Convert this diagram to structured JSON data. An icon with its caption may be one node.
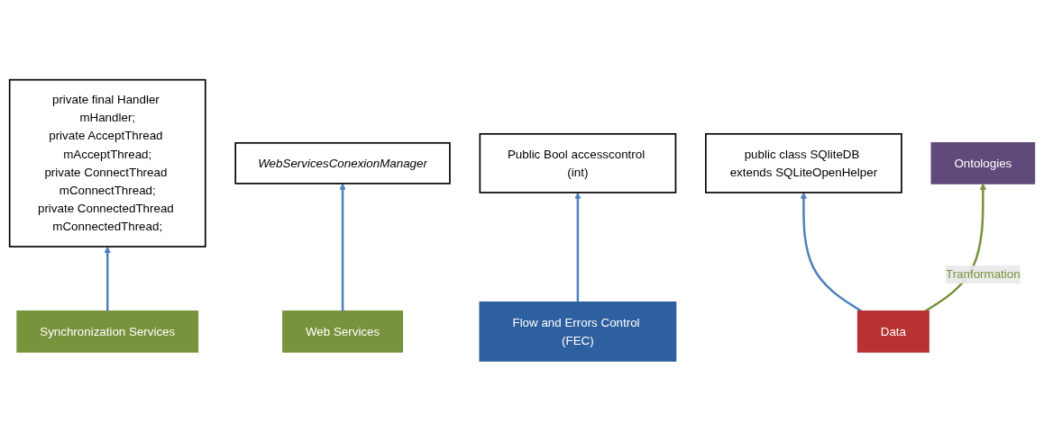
{
  "diagram": {
    "nodes": [
      {
        "text": [
          "private final Handler mHandler;",
          "private AcceptThread mAcceptThread;",
          "private ConnectThread mConnectThread;",
          "private ConnectedThread mConnectedThread;"
        ]
      },
      {
        "text": [
          "Synchronization Services"
        ]
      },
      {
        "text": [
          "Web Services"
        ]
      },
      {
        "text": [
          "Flow and Errors Control (FEC)"
        ]
      },
      {
        "text": [
          "Data"
        ]
      },
      {
        "text": [
          "Ontologies"
        ]
      },
      {
        "text": [
          "WebServicesConexionManager"
        ]
      },
      {
        "text": [
          "Public Bool accesscontrol (int)"
        ]
      },
      {
        "text": [
          "public class SQliteDB extends SQLiteOpenHelper"
        ]
      }
    ],
    "edges": [
      {
        "from": 1,
        "to": 0,
        "arrow": "to"
      },
      {
        "from": 2,
        "to": 6,
        "arrow": "to"
      },
      {
        "from": 3,
        "to": 7,
        "arrow": "to"
      },
      {
        "from": 4,
        "to": 8,
        "arrow": "to"
      },
      {
        "from": 4,
        "to": 5,
        "arrow": "to",
        "label": "Tranformation",
        "color": "#77933c"
      }
    ]
  }
}
